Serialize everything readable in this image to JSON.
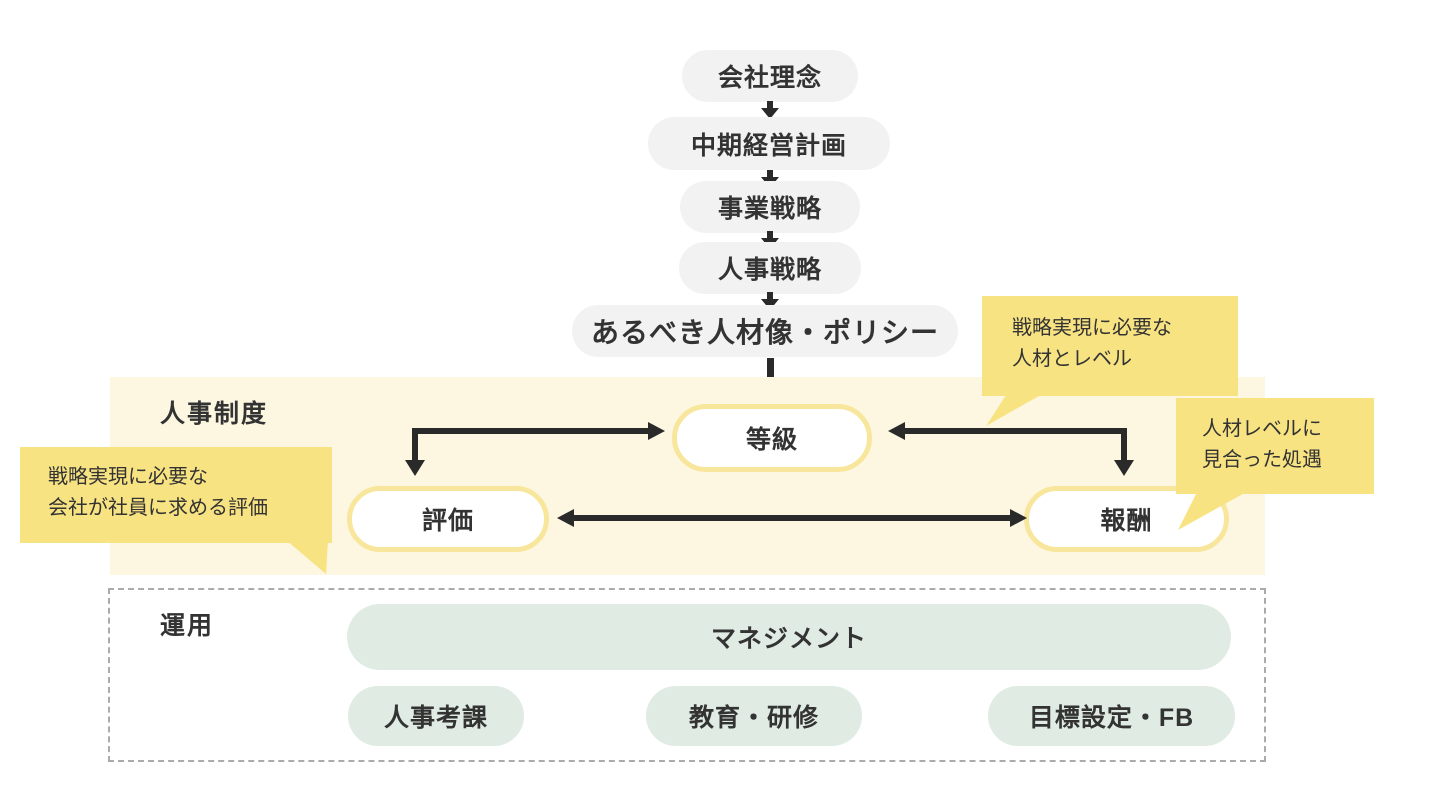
{
  "colors": {
    "background": "#ffffff",
    "gray_pill": "#f2f2f3",
    "cream_panel": "#fdf7e2",
    "callout_yellow": "#f8e383",
    "pill_border_yellow": "#f7e69c",
    "green_pill": "#dfebe3",
    "dashed_border": "#ababab",
    "arrow": "#2a2a2a",
    "text": "#333333"
  },
  "flow_chain": {
    "nodes": [
      {
        "label": "会社理念"
      },
      {
        "label": "中期経営計画"
      },
      {
        "label": "事業戦略"
      },
      {
        "label": "人事戦略"
      },
      {
        "label": "あるべき人材像・ポリシー"
      }
    ]
  },
  "hr_system": {
    "label": "人事制度",
    "nodes": {
      "grade": {
        "label": "等級"
      },
      "evaluation": {
        "label": "評価"
      },
      "compensation": {
        "label": "報酬"
      }
    }
  },
  "callouts": {
    "grade": {
      "line1": "戦略実現に必要な",
      "line2": "人材とレベル"
    },
    "compensation": {
      "line1": "人材レベルに",
      "line2": "見合った処遇"
    },
    "evaluation": {
      "line1": "戦略実現に必要な",
      "line2": "会社が社員に求める評価"
    }
  },
  "operation": {
    "label": "運用",
    "management": {
      "label": "マネジメント"
    },
    "items": [
      {
        "label": "人事考課"
      },
      {
        "label": "教育・研修"
      },
      {
        "label": "目標設定・FB"
      }
    ]
  }
}
